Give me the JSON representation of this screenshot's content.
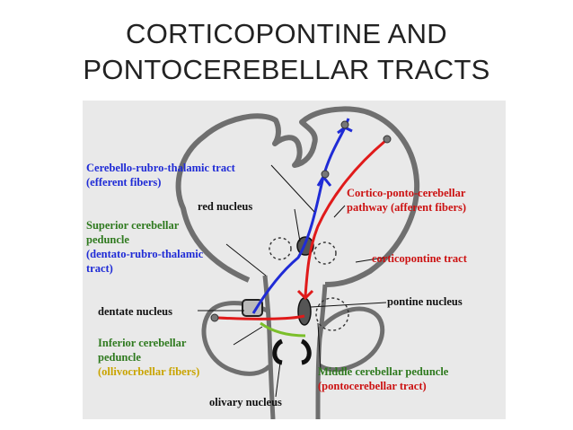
{
  "title": {
    "line1": "CORTICOPONTINE AND",
    "line2": "PONTOCEREBELLAR TRACTS"
  },
  "colors": {
    "efferent": "#1f2bd6",
    "afferent": "#e01a1a",
    "olivocerebellar": "#7bbf2a",
    "label_blue": "#1f2bd6",
    "label_red": "#cc1111",
    "label_green": "#2f7a1f",
    "label_olive": "#c9a400",
    "label_black": "#111111",
    "outline": "#6f6f6f",
    "background": "#e9e9e9"
  },
  "labels": {
    "cerebello_rubro_1": "Cerebello-rubro-thalamic tract",
    "cerebello_rubro_2": "(efferent fibers)",
    "red_nucleus": "red nucleus",
    "cortico_1": "Cortico-ponto-cerebellar",
    "cortico_2": "pathway (afferent fibers)",
    "superior_1": "Superior cerebellar",
    "superior_2": "peduncle",
    "superior_3": "(dentato-rubro-thalamic",
    "superior_4": "tract)",
    "corticopontine": "corticopontine tract",
    "pontine": "pontine nucleus",
    "dentate": "dentate nucleus",
    "inferior_1": "Inferior cerebellar",
    "inferior_2": "peduncle",
    "inferior_3": "(ollivocrbellar fibers)",
    "middle_1": "Middle cerebellar peduncle",
    "middle_2": "(pontocerebellar tract)",
    "olivary": "olivary nucleus"
  }
}
